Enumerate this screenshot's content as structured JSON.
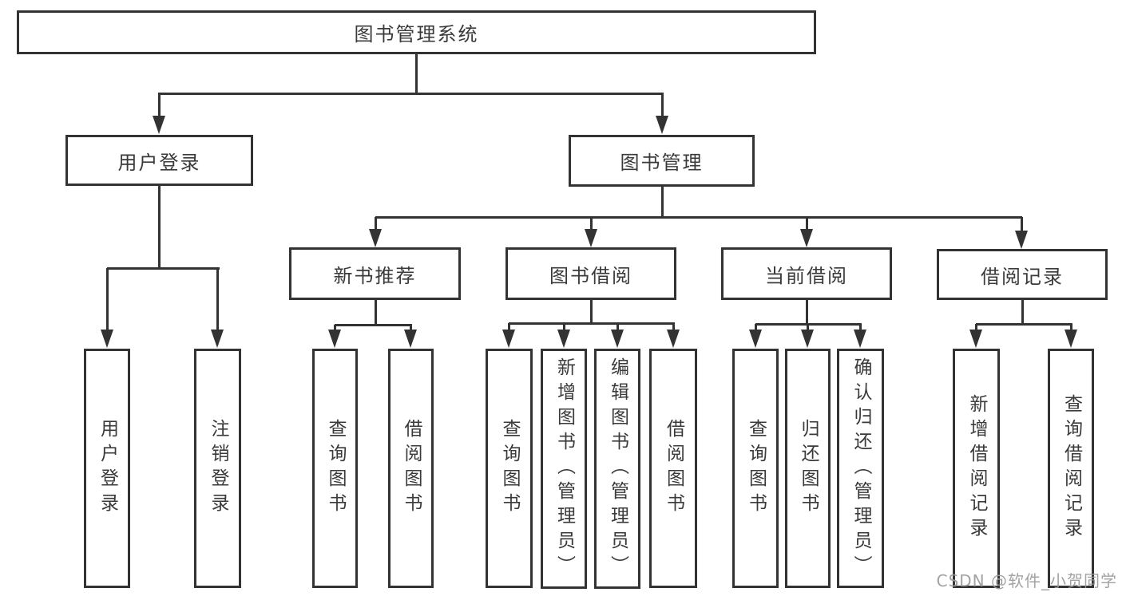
{
  "root": {
    "label": "图书管理系统"
  },
  "level1": [
    {
      "label": "用户登录"
    },
    {
      "label": "图书管理"
    }
  ],
  "level2": [
    {
      "label": "新书推荐"
    },
    {
      "label": "图书借阅"
    },
    {
      "label": "当前借阅"
    },
    {
      "label": "借阅记录"
    }
  ],
  "leaves": {
    "user_login": [
      {
        "label": "用户登录"
      },
      {
        "label": "注销登录"
      }
    ],
    "new_book_recommend": [
      {
        "label": "查询图书"
      },
      {
        "label": "借阅图书"
      }
    ],
    "book_borrowing": [
      {
        "label": "查询图书"
      },
      {
        "label": "新增图书（管理员）"
      },
      {
        "label": "编辑图书（管理员）"
      },
      {
        "label": "借阅图书"
      }
    ],
    "current_borrowing": [
      {
        "label": "查询图书"
      },
      {
        "label": "归还图书"
      },
      {
        "label": "确认归还（管理员）"
      }
    ],
    "borrowing_records": [
      {
        "label": "新增借阅记录"
      },
      {
        "label": "查询借阅记录"
      }
    ]
  },
  "watermark": "CSDN @软件_小贺同学",
  "colors": {
    "line": "#333333",
    "border": "#333333",
    "text": "#3a3a3a",
    "watermark": "#9b9b9b",
    "background": "#ffffff"
  }
}
